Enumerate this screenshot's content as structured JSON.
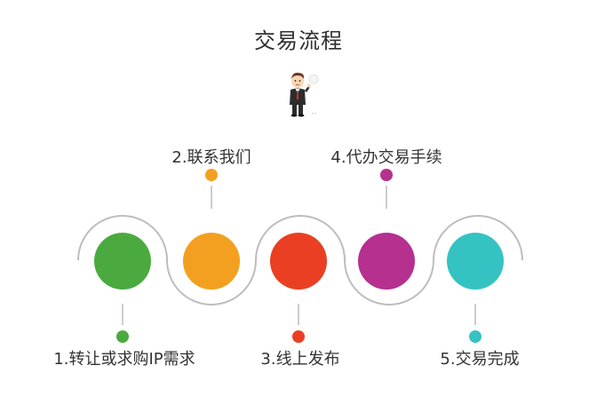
{
  "title": "交易流程",
  "icons": {
    "mascot": "businessman-thinking-icon"
  },
  "steps": [
    {
      "label": "1.转让或求购IP需求",
      "color": "#4aaa3f",
      "position": "below"
    },
    {
      "label": "2.联系我们",
      "color": "#f3a020",
      "position": "above"
    },
    {
      "label": "3.线上发布",
      "color": "#ea3f23",
      "position": "below"
    },
    {
      "label": "4.代办交易手续",
      "color": "#b5308f",
      "position": "above"
    },
    {
      "label": "5.交易完成",
      "color": "#34c3c2",
      "position": "below"
    }
  ],
  "colors": {
    "wave_line": "#bdbdbd",
    "connector": "#aaaaaa"
  }
}
